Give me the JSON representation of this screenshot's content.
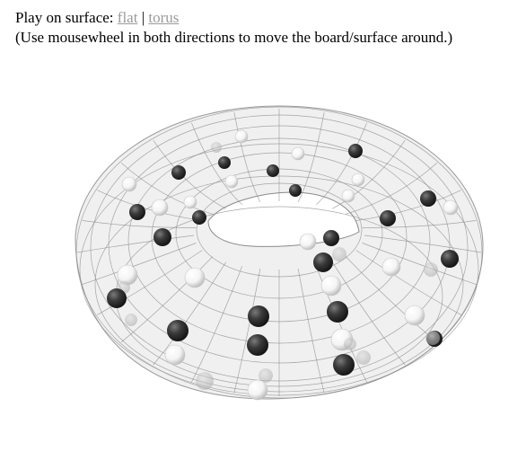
{
  "header": {
    "prefix": "Play on surface: ",
    "separator": " | ",
    "options": [
      {
        "label": "flat"
      },
      {
        "label": "torus"
      }
    ],
    "instructions": "(Use mousewheel in both directions to move the board/surface around.)"
  },
  "board": {
    "surface": "torus",
    "colors": {
      "black_stone": "#3a3a3a",
      "white_stone": "#ffffff",
      "grid_line": "#8c8c8c",
      "surface_fill": "#f2f2f2"
    }
  }
}
